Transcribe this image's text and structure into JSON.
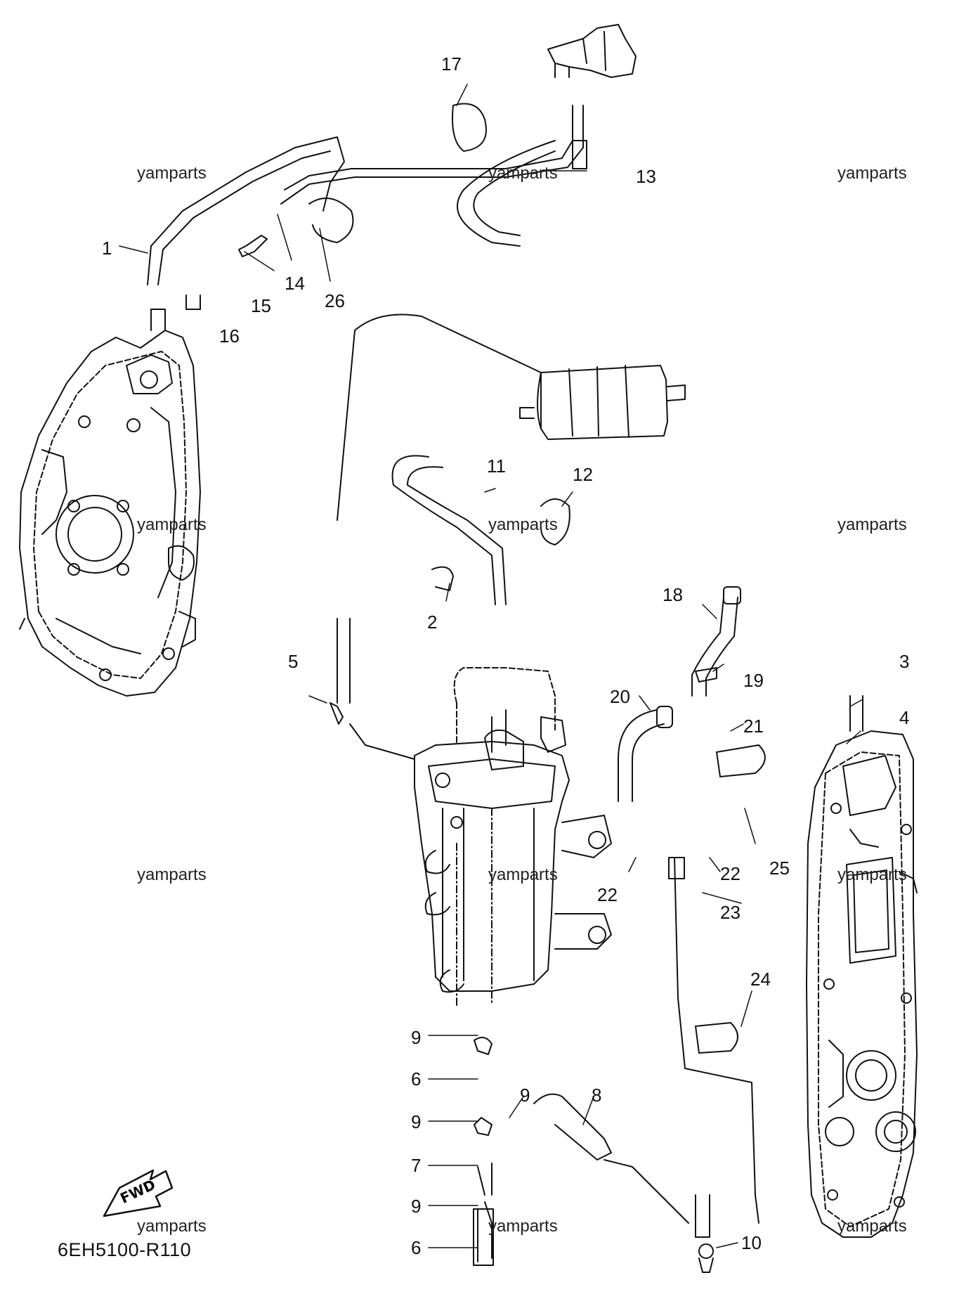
{
  "diagram": {
    "part_code": "6EH5100-R110",
    "fwd_label": "FWD",
    "watermark": "yamparts",
    "callouts": [
      "1",
      "2",
      "3",
      "4",
      "5",
      "6",
      "6",
      "7",
      "8",
      "9",
      "9",
      "9",
      "9",
      "10",
      "11",
      "12",
      "13",
      "14",
      "15",
      "16",
      "17",
      "18",
      "19",
      "20",
      "21",
      "22",
      "22",
      "23",
      "24",
      "25",
      "26"
    ]
  }
}
